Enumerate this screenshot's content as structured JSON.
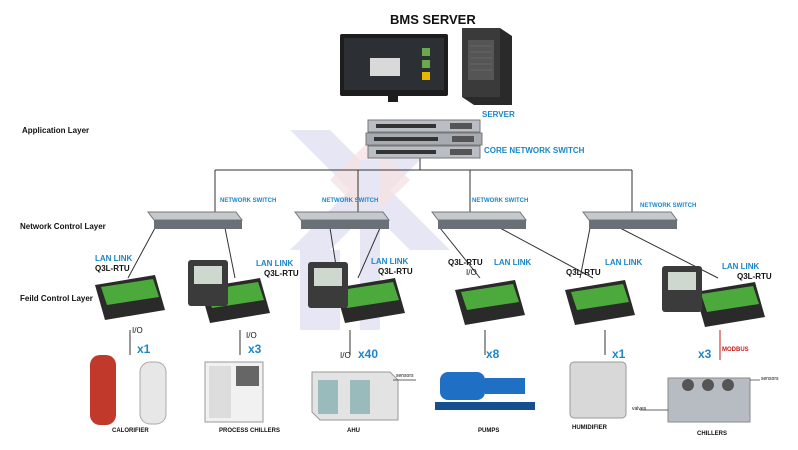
{
  "title": "BMS SERVER",
  "server_label": "SERVER",
  "core_switch_label": "CORE NETWORK SWITCH",
  "layers": {
    "application": "Application Layer",
    "network": "Network Control Layer",
    "field": "Feild Control Layer"
  },
  "switches": [
    "NETWORK SWITCH",
    "NETWORK SWITCH",
    "NETWORK SWITCH",
    "NETWORK SWITCH"
  ],
  "lan_link": "LAN LINK",
  "rtu": "Q3L-RTU",
  "io": "I/O",
  "modbus": "MODBUS",
  "groups": [
    {
      "equipment": "CALORIFIER",
      "mult": "x1"
    },
    {
      "equipment": "PROCESS CHILLERS",
      "mult": "x3"
    },
    {
      "equipment": "AHU",
      "mult": "x40",
      "note": "sensors"
    },
    {
      "equipment": "PUMPS",
      "mult": "x8"
    },
    {
      "equipment": "HUMIDIFIER",
      "mult": "x1"
    },
    {
      "equipment": "CHILLERS",
      "mult": "x3",
      "notes": [
        "sensors",
        "valves"
      ]
    }
  ],
  "colors": {
    "accent": "#1b86c8",
    "modbus": "#c41c1c",
    "device_green": "#4caa3c"
  }
}
